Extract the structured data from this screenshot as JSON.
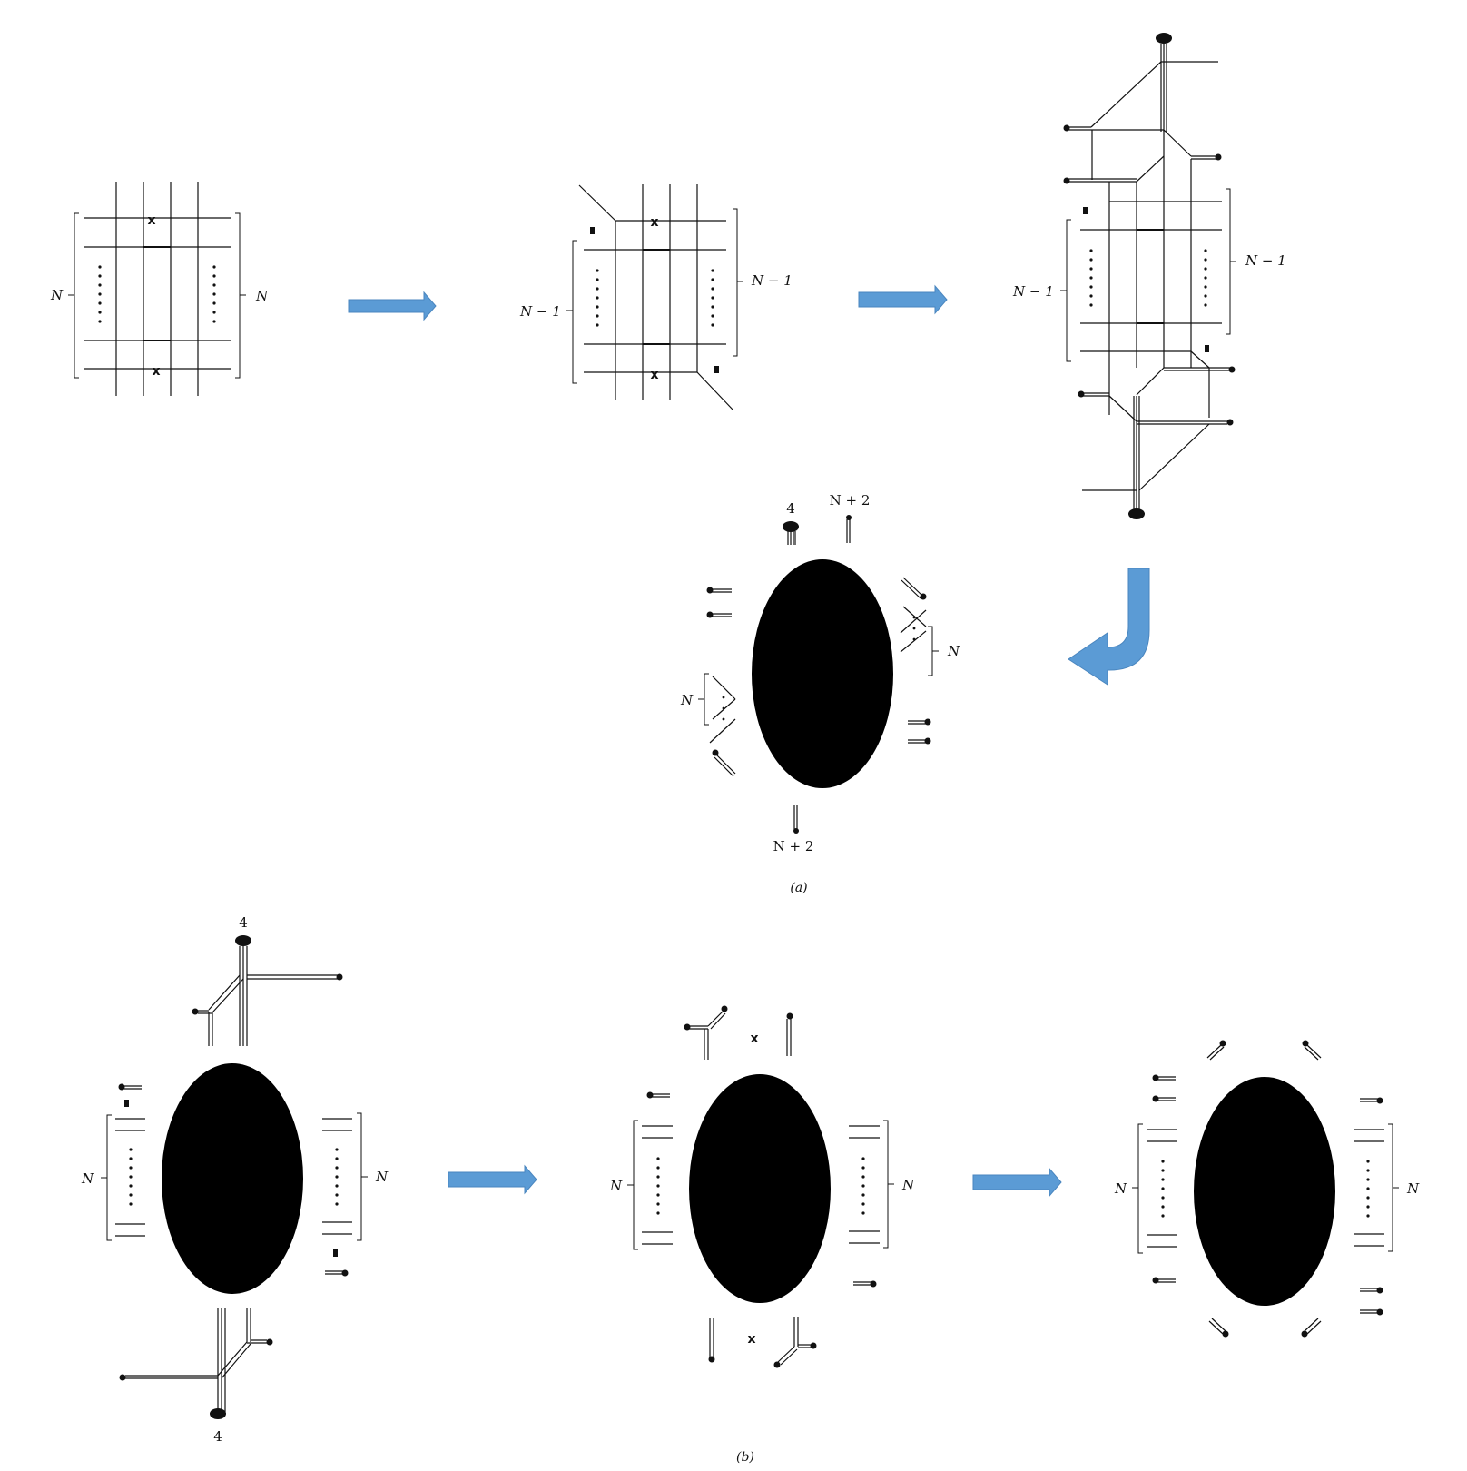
{
  "labels": {
    "N": "N",
    "N_minus_1": "N − 1",
    "N_plus_2": "N + 2",
    "four": "4",
    "x_mark": "x",
    "caption_a": "(a)",
    "caption_b": "(b)"
  },
  "colors": {
    "arrow_fill": "#5b9bd5",
    "ink": "#111111",
    "blob": "#000000"
  }
}
